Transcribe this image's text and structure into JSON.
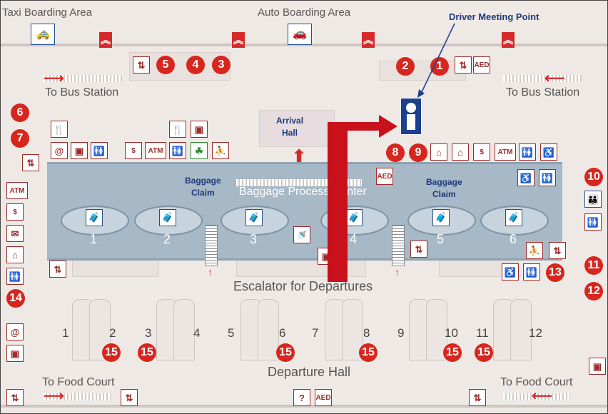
{
  "labels": {
    "taxi_area": "Taxi Boarding Area",
    "auto_area": "Auto Boarding Area",
    "driver_meeting": "Driver Meeting Point",
    "bus_left": "To Bus Station",
    "bus_right": "To Bus Station",
    "arrival_hall_1": "Arrival",
    "arrival_hall_2": "Hall",
    "baggage_claim_left_1": "Baggage",
    "baggage_claim_left_2": "Claim",
    "baggage_claim_right_1": "Baggage",
    "baggage_claim_right_2": "Claim",
    "baggage_process": "Baggage Process Center",
    "escalator": "Escalator for Departures",
    "departure_hall": "Departure Hall",
    "food_left": "To Food Court",
    "food_right": "To Food Court"
  },
  "carousels": [
    "1",
    "2",
    "3",
    "4",
    "5",
    "6"
  ],
  "gates": [
    "1",
    "2",
    "3",
    "4",
    "5",
    "6",
    "7",
    "8",
    "9",
    "10",
    "11",
    "12"
  ],
  "markers": [
    "1",
    "2",
    "3",
    "4",
    "5",
    "6",
    "7",
    "8",
    "9",
    "10",
    "11",
    "12",
    "13",
    "14",
    "15"
  ],
  "icons": {
    "atm": "ATM",
    "restroom": "🚻",
    "fork": "🍴",
    "at": "@",
    "wheelchair": "♿",
    "elevator": "⇅",
    "info": "?",
    "mail": "✉",
    "person": "👤",
    "shower": "🚿",
    "aed": "AED"
  },
  "colors": {
    "marker_red": "#d7261e",
    "route_red": "#c8111a",
    "label_blue": "#1f3a7a",
    "hall_blue": "#a7b8c6"
  }
}
